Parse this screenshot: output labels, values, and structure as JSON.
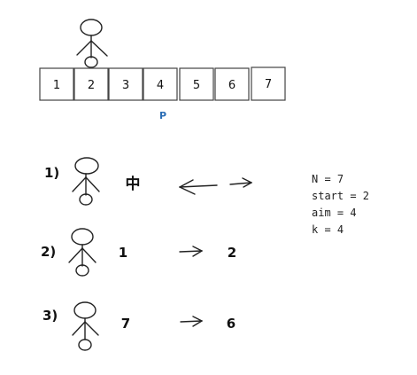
{
  "cells": [
    "1",
    "2",
    "3",
    "4",
    "5",
    "6",
    "7"
  ],
  "pointer_label": "P",
  "steps": [
    {
      "label": "1)",
      "value": "中",
      "target": ""
    },
    {
      "label": "2)",
      "value": "1",
      "target": "2"
    },
    {
      "label": "3)",
      "value": "7",
      "target": "6"
    }
  ],
  "params": {
    "n": "N = 7",
    "start": "start = 2",
    "aim": "aim = 4",
    "k": "k = 4"
  }
}
